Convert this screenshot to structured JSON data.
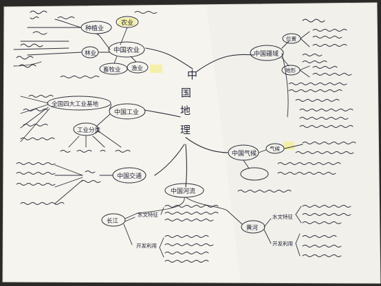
{
  "map": {
    "center_chars": [
      "中",
      "国",
      "地",
      "理"
    ],
    "branches": {
      "agriculture": {
        "title": "中国农业",
        "nodes": [
          "农业",
          "种植业",
          "林业",
          "畜牧业",
          "渔业"
        ]
      },
      "territory": {
        "title": "中国疆域",
        "sub": [
          "位置",
          "地形"
        ]
      },
      "industry": {
        "title": "中国工业",
        "nodes": [
          "全国四大工业基地",
          "工业分类"
        ]
      },
      "climate": {
        "title": "中国气候",
        "nodes": [
          "气候"
        ]
      },
      "transport": {
        "title": "中国交通"
      },
      "rivers": {
        "title": "中国河流",
        "nodes": [
          "长江",
          "黄河",
          "水文特征",
          "开发利用"
        ]
      }
    }
  }
}
